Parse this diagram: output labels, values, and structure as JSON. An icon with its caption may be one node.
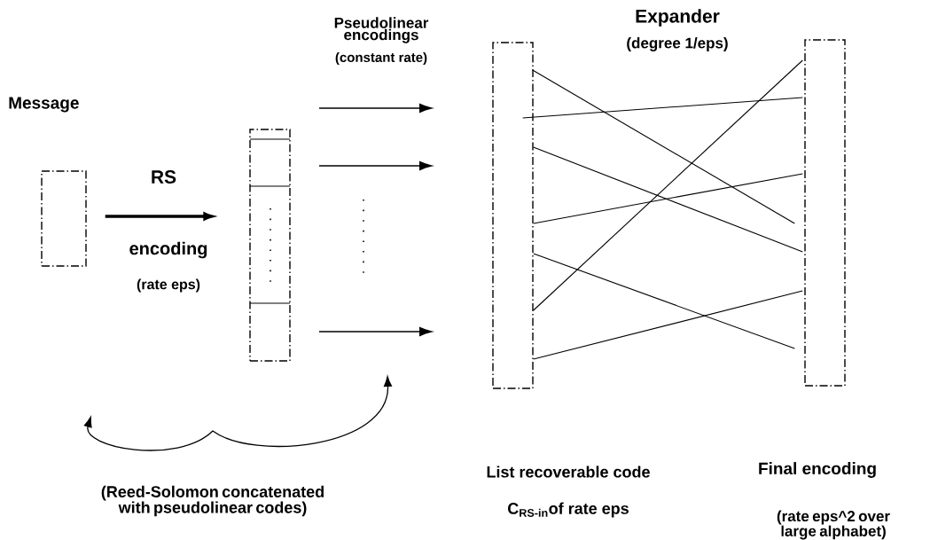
{
  "diagram": {
    "nodes": [
      {
        "text": [
          "Message"
        ]
      },
      {
        "text": [],
        "shape": "box"
      },
      {
        "text": [],
        "shape": "box"
      },
      {
        "text": [],
        "shape": "box"
      }
    ],
    "edges": [
      {
        "from": 0,
        "to": 1,
        "arrow": "to",
        "style": "thick",
        "label": "RS"
      },
      {
        "from": 2,
        "to": 3,
        "arrow": "none"
      },
      {
        "from": 2,
        "to": 3,
        "arrow": "none"
      },
      {
        "from": 2,
        "to": 3,
        "arrow": "none"
      },
      {
        "from": 2,
        "to": 3,
        "arrow": "none"
      },
      {
        "from": 2,
        "to": 3,
        "arrow": "none"
      },
      {
        "from": 2,
        "to": 3,
        "arrow": "none"
      },
      {
        "from": 2,
        "to": 3,
        "arrow": "none"
      }
    ],
    "labels": [
      "Pseudolinear encodings",
      "(constant rate)",
      "Expander",
      "(degree 1/eps)",
      "encoding",
      "(rate eps)",
      "(Reed-Solomon concatenated with pseudolinear codes)",
      "List recoverable code",
      "Final encoding",
      "C$_{RS-in}$of rate eps",
      "(rate eps^2 over large alphabet)"
    ]
  }
}
